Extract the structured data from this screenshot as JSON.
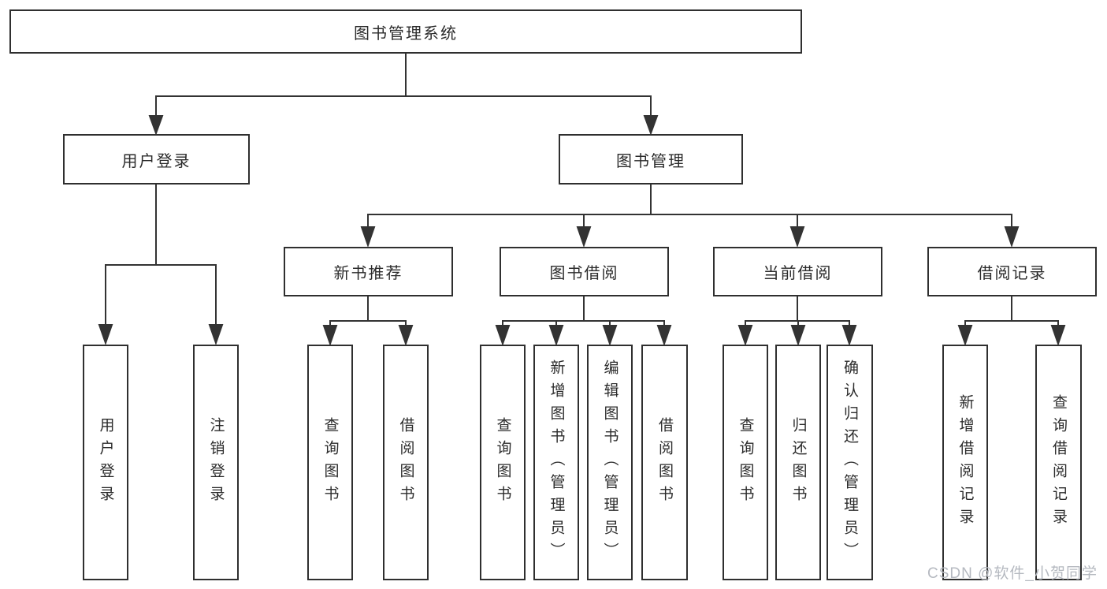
{
  "colors": {
    "line": "#333333",
    "box_border": "#2f2f2f",
    "box_background": "#ffffff",
    "text": "#2b2b2b",
    "watermark": "#b5b9c0",
    "page_background": "#ffffff"
  },
  "watermark": {
    "text": "CSDN @软件_小贺同学"
  },
  "tree": {
    "root": {
      "label": "图书管理系统"
    },
    "user_login": {
      "label": "用户登录",
      "children": [
        {
          "label": "用户登录"
        },
        {
          "label": "注销登录"
        }
      ]
    },
    "book_management": {
      "label": "图书管理",
      "children": [
        {
          "label": "新书推荐",
          "children": [
            {
              "label": "查询图书"
            },
            {
              "label": "借阅图书"
            }
          ]
        },
        {
          "label": "图书借阅",
          "children": [
            {
              "label": "查询图书"
            },
            {
              "label": "新增图书（管理员）"
            },
            {
              "label": "编辑图书（管理员）"
            },
            {
              "label": "借阅图书"
            }
          ]
        },
        {
          "label": "当前借阅",
          "children": [
            {
              "label": "查询图书"
            },
            {
              "label": "归还图书"
            },
            {
              "label": "确认归还（管理员）"
            }
          ]
        },
        {
          "label": "借阅记录",
          "children": [
            {
              "label": "新增借阅记录"
            },
            {
              "label": "查询借阅记录"
            }
          ]
        }
      ]
    }
  }
}
